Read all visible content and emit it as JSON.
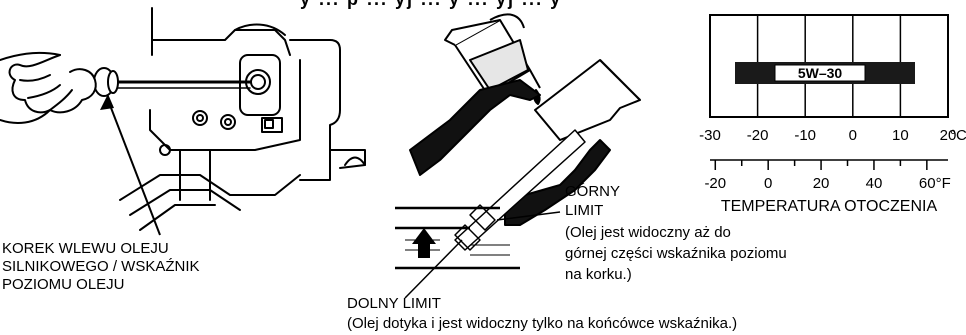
{
  "header": {
    "clipped_text": "y ... p ... yj ... y ... yj ... y"
  },
  "engine_panel": {
    "label_lines": [
      "KOREK WLEWU OLEJU",
      "SILNIKOWEGO / WSKAŹNIK",
      "POZIOMU OLEJU"
    ]
  },
  "dipstick_panel": {
    "upper_limit": [
      "GÓRNY",
      "LIMIT"
    ],
    "upper_note": [
      "(Olej jest widoczny aż do",
      "górnej części wskaźnika poziomu",
      "na korku.)"
    ],
    "lower_limit": "DOLNY LIMIT",
    "lower_note": "(Olej dotyka i jest widoczny tylko na końcówce wskaźnika.)"
  },
  "temperature_chart": {
    "oil_grade": "5W–30",
    "celsius_ticks": [
      "-30",
      "-20",
      "-10",
      "0",
      "10",
      "20"
    ],
    "celsius_unit": "°C",
    "fahrenheit_ticks": [
      "-20",
      "0",
      "20",
      "40",
      "60°F"
    ],
    "axis_title": "TEMPERATURA OTOCZENIA",
    "colors": {
      "bar": "#1a1a1a",
      "label_bg": "#ffffff",
      "lines": "#000000"
    }
  }
}
